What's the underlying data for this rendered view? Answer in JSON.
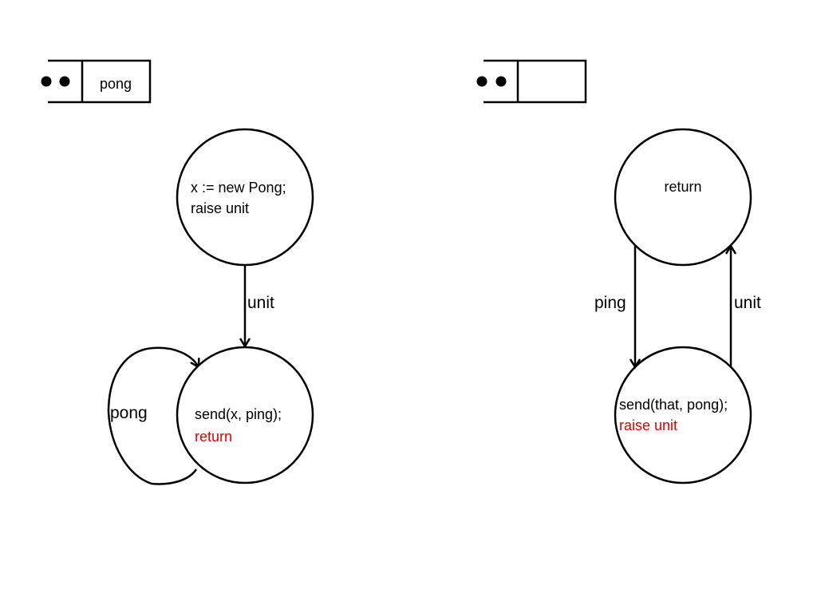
{
  "mailboxes": [
    {
      "content": "pong"
    },
    {
      "content": ""
    }
  ],
  "left_machine": {
    "initial_state": {
      "line1": "x := new Pong;",
      "line2": "raise unit"
    },
    "loop_state": {
      "line1": "send(x, ping);",
      "line2": "return"
    },
    "transition_init_to_loop": "unit",
    "self_loop_label": "pong"
  },
  "right_machine": {
    "top_state": {
      "line1": "return"
    },
    "bottom_state": {
      "line1": "send(that, pong);",
      "line2": "raise unit"
    },
    "transition_down": "ping",
    "transition_up": "unit"
  },
  "colors": {
    "stroke": "#000000",
    "highlight_text": "#e00000",
    "background": "#ffffff"
  }
}
